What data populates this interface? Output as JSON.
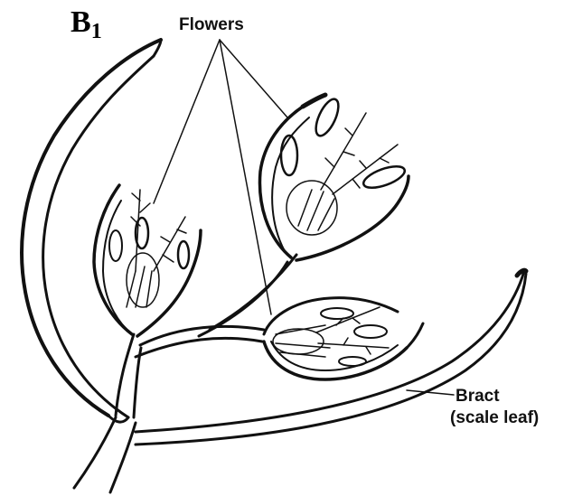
{
  "panel": {
    "label": "B",
    "label_sub": "1"
  },
  "labels": {
    "flowers": "Flowers",
    "bract": "Bract",
    "bract_sub": "(scale leaf)"
  },
  "colors": {
    "ink": "#111111",
    "background": "#ffffff"
  }
}
